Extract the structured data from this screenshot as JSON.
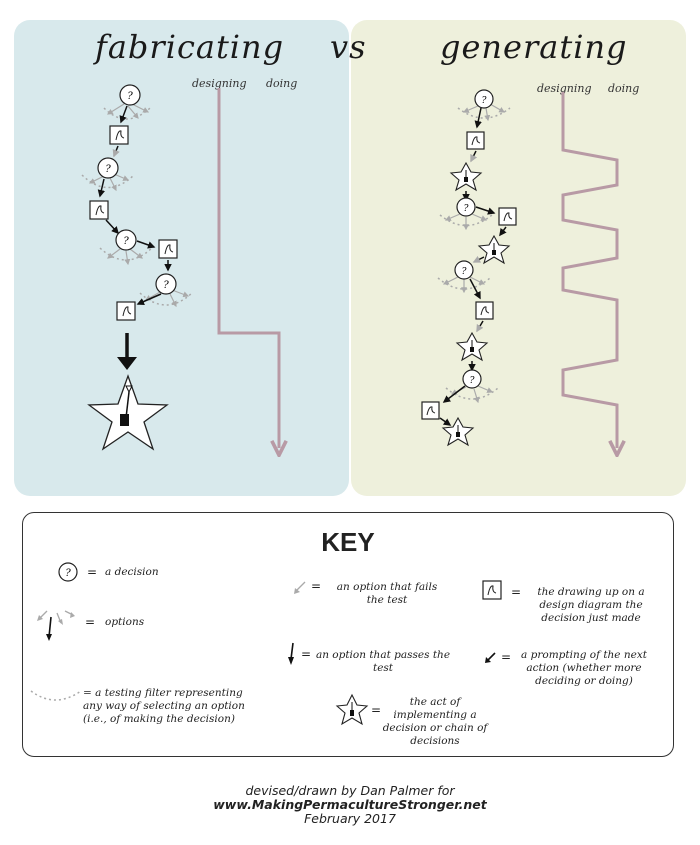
{
  "titles": {
    "left": "fabricating",
    "vs": "vs",
    "right": "generating"
  },
  "columns": {
    "designing": "designing",
    "doing": "doing"
  },
  "key": {
    "title": "KEY",
    "decision": "a decision",
    "options": "options",
    "filter": "a testing filter representing any way of selecting an option (i.e., of making the decision)",
    "fails": "an option that fails the test",
    "passes": "an option that passes the test",
    "implementing": "the act of implementing a decision or chain of decisions",
    "drawing": "the drawing up on a design diagram the decision just made",
    "prompting": "a prompting of the next action (whether more deciding or doing)",
    "equals": "="
  },
  "credits": {
    "line1": "devised/drawn by Dan Palmer for",
    "line2": "www.MakingPermacultureStronger.net",
    "line3": "February 2017"
  },
  "colors": {
    "left_panel": "#d8e9ec",
    "right_panel": "#eef0dc",
    "process_line": "#b89aa5",
    "fail_option": "#999999"
  },
  "icons": [
    "decision-icon",
    "drawing-icon",
    "implementation-star-icon",
    "shovel-icon",
    "option-arrow-icon",
    "filter-arc-icon"
  ]
}
